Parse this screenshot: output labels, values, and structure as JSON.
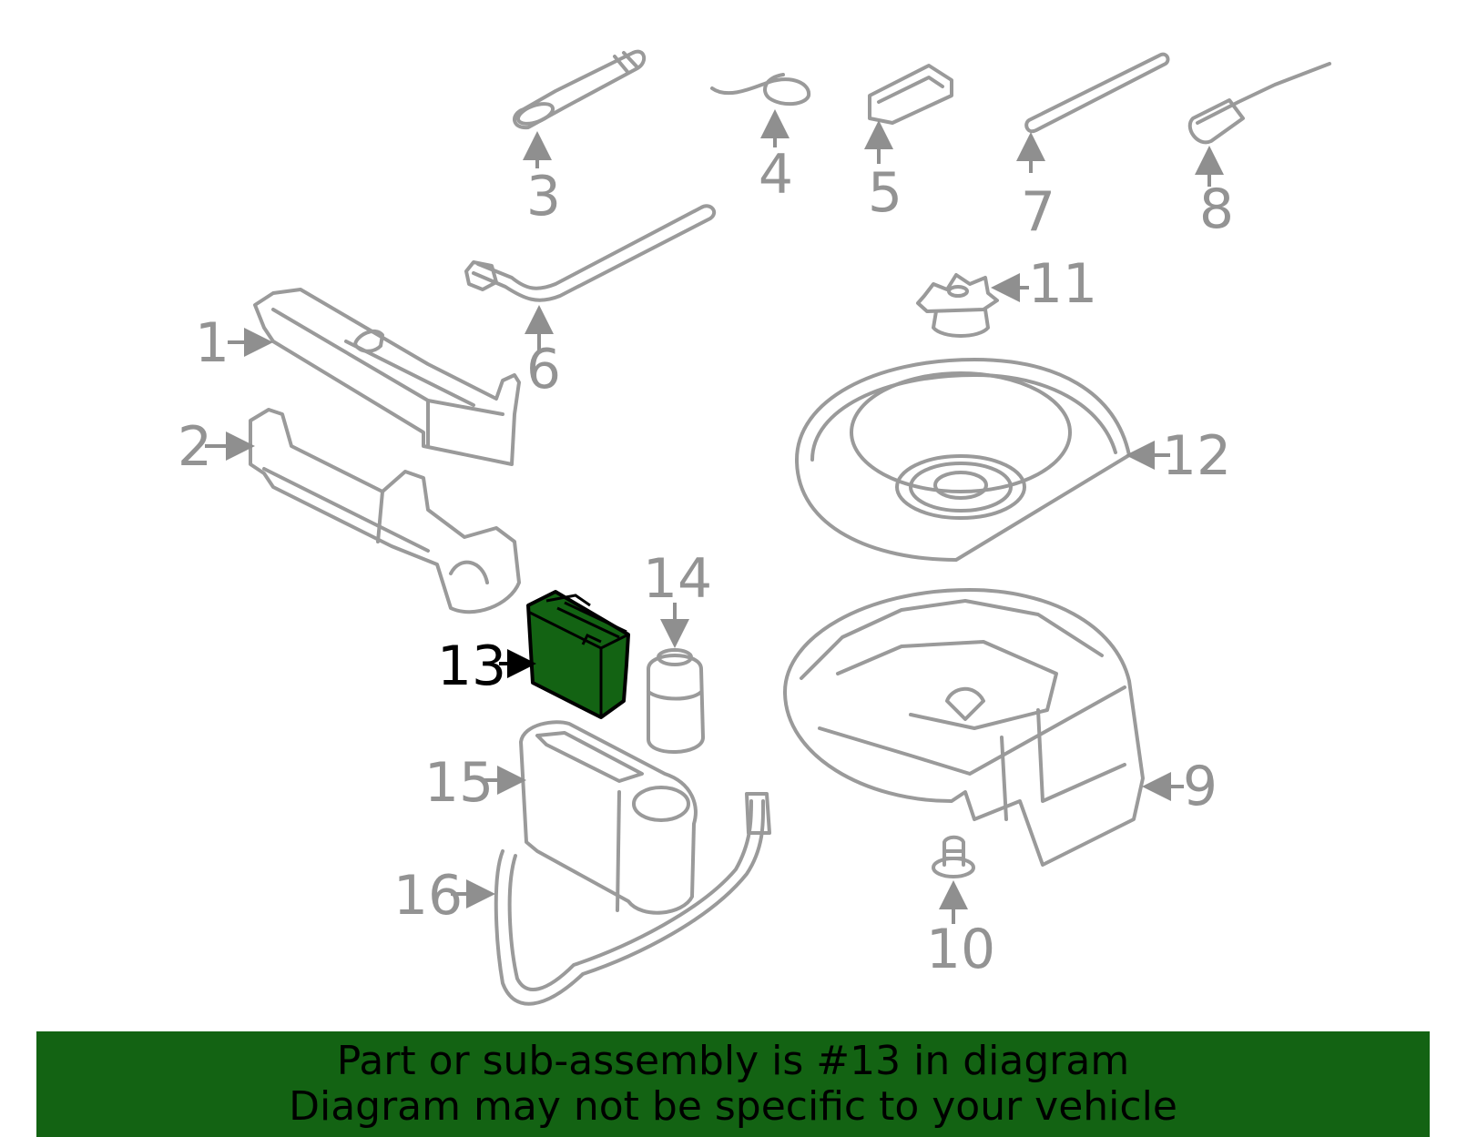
{
  "callouts": {
    "c1": "1",
    "c2": "2",
    "c3": "3",
    "c4": "4",
    "c5": "5",
    "c6": "6",
    "c7": "7",
    "c8": "8",
    "c9": "9",
    "c10": "10",
    "c11": "11",
    "c12": "12",
    "c13": "13",
    "c14": "14",
    "c15": "15",
    "c16": "16"
  },
  "highlight": {
    "part": "13",
    "color": "#136313"
  },
  "banner": {
    "line1": "Part or sub-assembly is #13 in diagram",
    "line2": "Diagram may not be specific to your vehicle"
  }
}
